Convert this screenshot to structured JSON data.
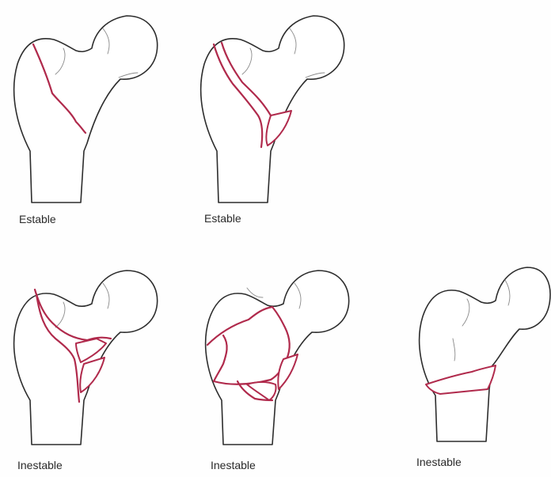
{
  "colors": {
    "outline": "#2d2d2d",
    "fracture": "#b02a4c",
    "background": "#fefefe"
  },
  "panels": [
    {
      "label": "Estable"
    },
    {
      "label": "Estable"
    },
    {
      "label": "Inestable"
    },
    {
      "label": "Inestable"
    },
    {
      "label": "Inestable"
    }
  ]
}
